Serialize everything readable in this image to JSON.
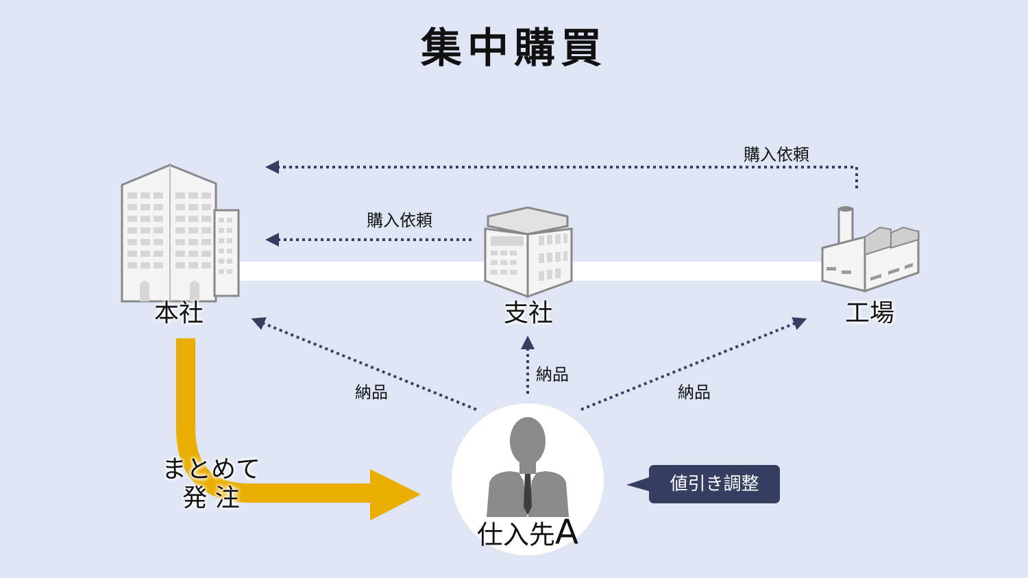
{
  "title": "集中購買",
  "nodes": {
    "hq": "本社",
    "branch": "支社",
    "factory": "工場",
    "supplier": "仕入先",
    "supplier_suffix": "A"
  },
  "edges": {
    "purchase_request_factory": "購入依頼",
    "purchase_request_branch": "購入依頼",
    "delivery_hq": "納品",
    "delivery_branch": "納品",
    "delivery_factory": "納品"
  },
  "order": {
    "line1": "まとめて",
    "line2": "発 注"
  },
  "callout": "値引き調整",
  "colors": {
    "background": "#dfe5f4",
    "arrow_dotted": "#363e62",
    "order_arrow": "#e9ae00",
    "callout_bg": "#363e62"
  },
  "icons": [
    "office-building-icon",
    "branch-office-icon",
    "factory-icon",
    "businessman-icon"
  ]
}
